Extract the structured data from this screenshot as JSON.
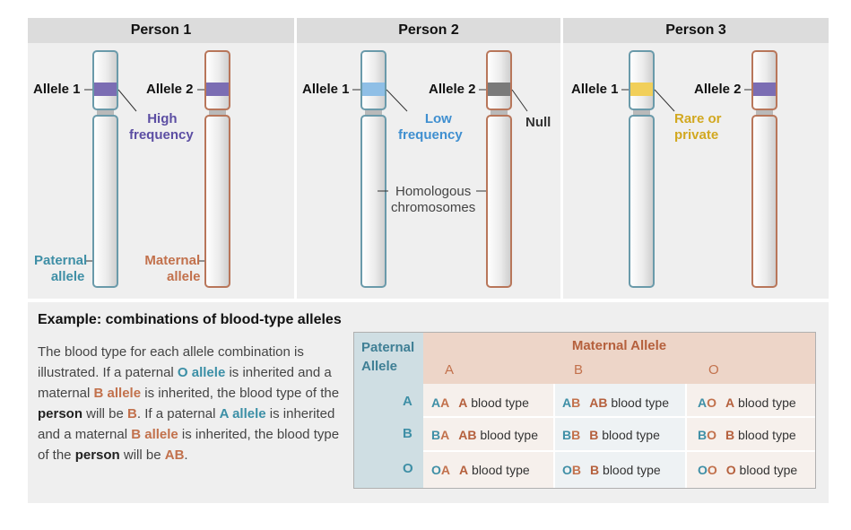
{
  "persons": [
    {
      "title": "Person 1",
      "allele1": "Allele 1",
      "allele2": "Allele 2",
      "desc_line1": "High",
      "desc_line2": "frequency",
      "paternal_line1": "Paternal",
      "paternal_line2": "allele",
      "maternal_line1": "Maternal",
      "maternal_line2": "allele"
    },
    {
      "title": "Person 2",
      "allele1": "Allele 1",
      "allele2": "Allele 2",
      "desc_line1": "Low",
      "desc_line2": "frequency",
      "null_label": "Null",
      "homologous_line1": "Homologous",
      "homologous_line2": "chromosomes"
    },
    {
      "title": "Person 3",
      "allele1": "Allele 1",
      "allele2": "Allele 2",
      "desc_line1": "Rare or",
      "desc_line2": "private"
    }
  ],
  "colors": {
    "high_freq": "#7b6db3",
    "low_freq": "#8fbfe6",
    "null": "#7a7a7a",
    "rare": "#f1cf5a",
    "paternal": "#3f8fa6",
    "maternal": "#c2714c"
  },
  "example": {
    "title": "Example: combinations of blood-type alleles",
    "text": {
      "t1": "The blood type for each allele combination is illustrated. If a paternal ",
      "t2": "O allele",
      "t3": " is inherited and a maternal ",
      "t4": "B allele",
      "t5": " is inherited, the blood type of the ",
      "t6": "person",
      "t7": " will be ",
      "t8": "B",
      "t9": ". If a paternal ",
      "t10": "A allele",
      "t11": " is inherited and a maternal ",
      "t12": "B allele",
      "t13": " is inherited, the blood type of the ",
      "t14": "person",
      "t15": " will be ",
      "t16": "AB",
      "t17": "."
    }
  },
  "table": {
    "paternal_head_line1": "Paternal",
    "paternal_head_line2": "Allele",
    "maternal_head": "Maternal Allele",
    "maternal_cols": [
      "A",
      "B",
      "O"
    ],
    "rows": [
      {
        "label": "A",
        "cells": [
          {
            "pat": "A",
            "mat": "A",
            "bt_letter": "A",
            "bt_text": " blood type"
          },
          {
            "pat": "A",
            "mat": "B",
            "bt_letter": "AB",
            "bt_text": " blood type"
          },
          {
            "pat": "A",
            "mat": "O",
            "bt_letter": "A",
            "bt_text": " blood type"
          }
        ]
      },
      {
        "label": "B",
        "cells": [
          {
            "pat": "B",
            "mat": "A",
            "bt_letter": "AB",
            "bt_text": " blood type"
          },
          {
            "pat": "B",
            "mat": "B",
            "bt_letter": "B",
            "bt_text": " blood type"
          },
          {
            "pat": "B",
            "mat": "O",
            "bt_letter": "B",
            "bt_text": " blood type"
          }
        ]
      },
      {
        "label": "O",
        "cells": [
          {
            "pat": "O",
            "mat": "A",
            "bt_letter": "A",
            "bt_text": " blood type"
          },
          {
            "pat": "O",
            "mat": "B",
            "bt_letter": "B",
            "bt_text": " blood type"
          },
          {
            "pat": "O",
            "mat": "O",
            "bt_letter": "O",
            "bt_text": " blood type"
          }
        ]
      }
    ]
  }
}
